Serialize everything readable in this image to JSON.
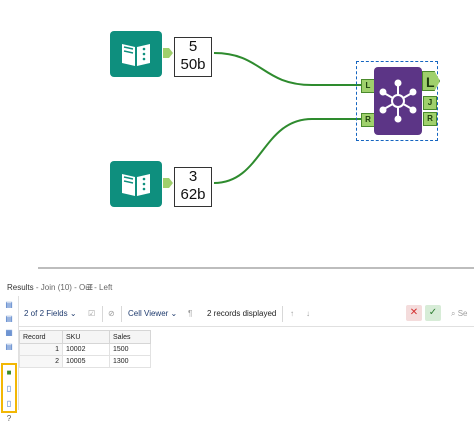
{
  "workflow": {
    "input1": {
      "record_count": "5",
      "size": "50b"
    },
    "input2": {
      "record_count": "3",
      "size": "62b"
    },
    "join": {
      "input_left": "L",
      "input_right": "R",
      "output_left": "L",
      "output_join": "J",
      "output_right": "R"
    }
  },
  "results": {
    "title": "Results",
    "context": "- Join (10) - Out - Left",
    "toolbar": {
      "fields_label": "2 of 2 Fields",
      "cell_viewer_label": "Cell Viewer",
      "records_displayed": "2 records displayed",
      "search_label": "Se"
    },
    "table": {
      "columns": [
        "Record",
        "SKU",
        "Sales"
      ],
      "rows": [
        [
          "1",
          "10002",
          "1500"
        ],
        [
          "2",
          "10005",
          "1300"
        ]
      ]
    }
  },
  "colors": {
    "input_tool": "#0e8f7e",
    "join_tool": "#5c3586",
    "anchor": "#9fd06c",
    "wire": "#2e8b2e",
    "selection": "#1565c0",
    "rail_highlight": "#f2b705"
  },
  "icons": [
    "book-input-icon",
    "join-hub-icon",
    "chevron-down-icon",
    "checkbox-icon",
    "pilcrow-icon",
    "arrow-up-icon",
    "arrow-down-icon",
    "close-icon",
    "check-icon",
    "help-icon"
  ]
}
